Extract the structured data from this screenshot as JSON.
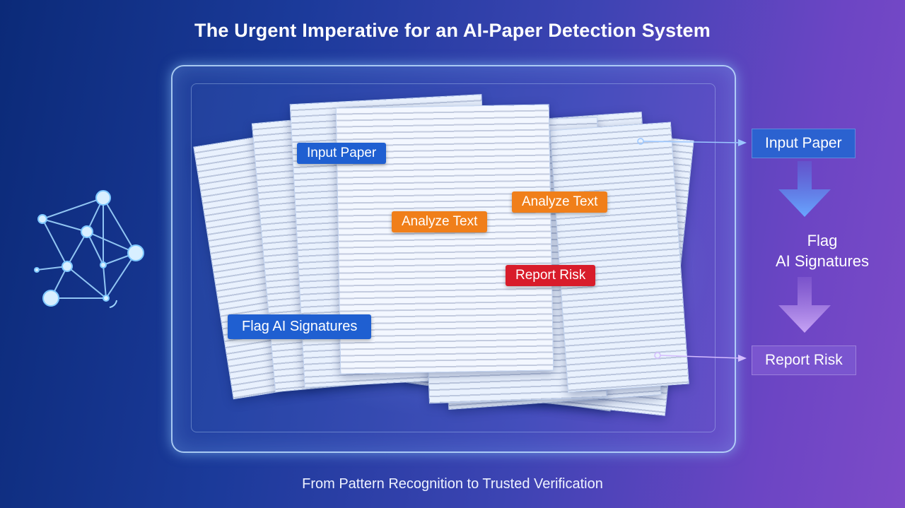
{
  "title": "The Urgent Imperative for an AI-Paper Detection System",
  "subtitle": "From Pattern Recognition to Trusted Verification",
  "document_tags": {
    "input_paper": "Input Paper",
    "analyze_text_1": "Analyze Text",
    "analyze_text_2": "Analyze Text",
    "report_risk": "Report Risk",
    "flag_ai_signatures": "Flag AI Signatures"
  },
  "flow": {
    "step1": "Input Paper",
    "step2_line1": "Flag",
    "step2_line2": "AI Signatures",
    "step3": "Report Risk"
  },
  "icons": [
    "network-graph-icon",
    "arrow-down-icon"
  ],
  "colors": {
    "tag_blue": "#1f5fd1",
    "tag_orange": "#f07f1a",
    "tag_red": "#d81c2a",
    "flow_blue": "#2b62d0",
    "flow_purple": "#7a55cf"
  }
}
